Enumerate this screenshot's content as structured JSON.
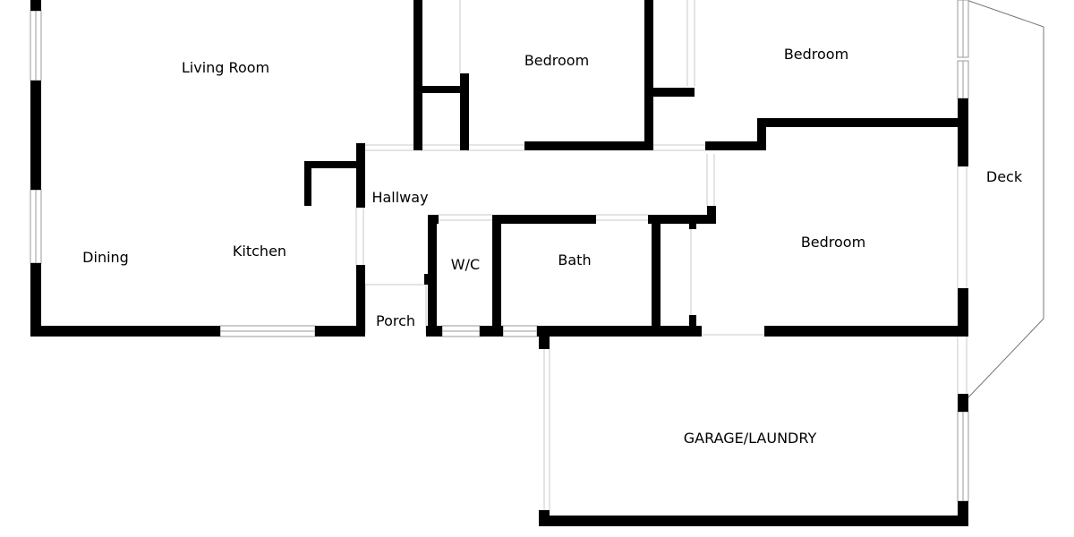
{
  "colors": {
    "wall": "#000000",
    "background": "#ffffff",
    "window_line": "#9a9a9a",
    "opening_line": "#c8c8c8"
  },
  "rooms": {
    "living_room": "Living Room",
    "bedroom_1": "Bedroom",
    "bedroom_2": "Bedroom",
    "bedroom_3": "Bedroom",
    "hallway": "Hallway",
    "deck": "Deck",
    "dining": "Dining",
    "kitchen": "Kitchen",
    "wc": "W/C",
    "bath": "Bath",
    "porch": "Porch",
    "garage_laundry": "GARAGE/LAUNDRY"
  }
}
